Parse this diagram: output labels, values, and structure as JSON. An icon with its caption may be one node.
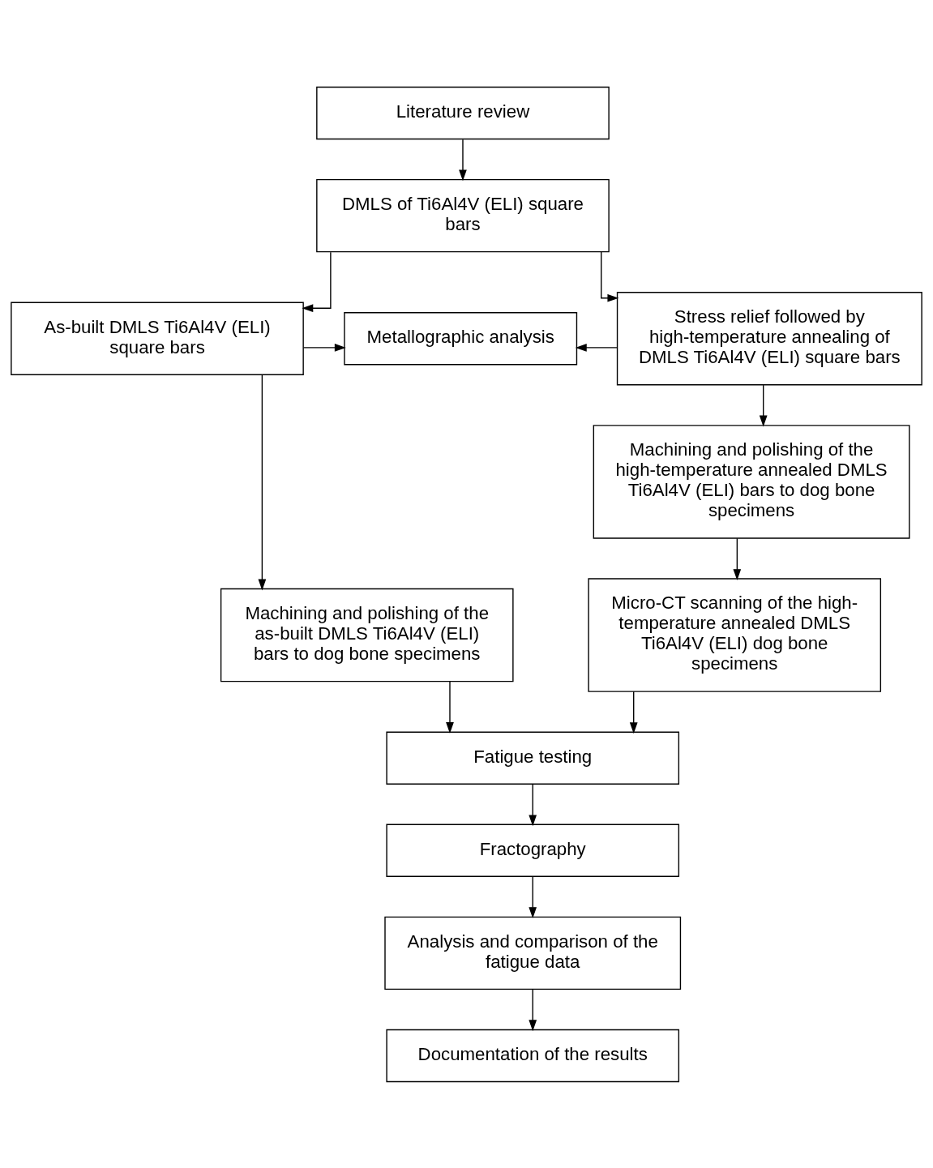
{
  "diagram": {
    "nodes": [
      {
        "text": [
          "Literature review"
        ]
      },
      {
        "text": [
          "DMLS of Ti6Al4V (ELI) square bars"
        ]
      },
      {
        "text": [
          "As-built DMLS Ti6Al4V (ELI) square bars"
        ]
      },
      {
        "text": [
          "Metallographic analysis"
        ]
      },
      {
        "text": [
          "Stress relief followed by high-temperature annealing of DMLS Ti6Al4V (ELI) square bars"
        ]
      },
      {
        "text": [
          "Machining and polishing of the as-built DMLS Ti6Al4V (ELI) bars to dog bone specimens"
        ]
      },
      {
        "text": [
          "Machining and polishing of the high-temperature annealed DMLS Ti6Al4V (ELI) bars to dog bone specimens"
        ]
      },
      {
        "text": [
          "Micro-CT scanning of the high-temperature annealed DMLS Ti6Al4V (ELI) dog bone specimens"
        ]
      },
      {
        "text": [
          "Fatigue testing"
        ]
      },
      {
        "text": [
          "Fractography"
        ]
      },
      {
        "text": [
          "Analysis and comparison of the fatigue data"
        ]
      },
      {
        "text": [
          "Documentation of the results"
        ]
      }
    ],
    "edges": [
      {
        "from": 0,
        "to": 1,
        "arrow": "to"
      },
      {
        "from": 1,
        "to": 2,
        "arrow": "to"
      },
      {
        "from": 1,
        "to": 4,
        "arrow": "to"
      },
      {
        "from": 2,
        "to": 3,
        "arrow": "to"
      },
      {
        "from": 4,
        "to": 3,
        "arrow": "to"
      },
      {
        "from": 2,
        "to": 5,
        "arrow": "to"
      },
      {
        "from": 4,
        "to": 6,
        "arrow": "to"
      },
      {
        "from": 6,
        "to": 7,
        "arrow": "to"
      },
      {
        "from": 5,
        "to": 8,
        "arrow": "to"
      },
      {
        "from": 7,
        "to": 8,
        "arrow": "to"
      },
      {
        "from": 8,
        "to": 9,
        "arrow": "to"
      },
      {
        "from": 9,
        "to": 10,
        "arrow": "to"
      },
      {
        "from": 10,
        "to": 11,
        "arrow": "to"
      }
    ]
  }
}
